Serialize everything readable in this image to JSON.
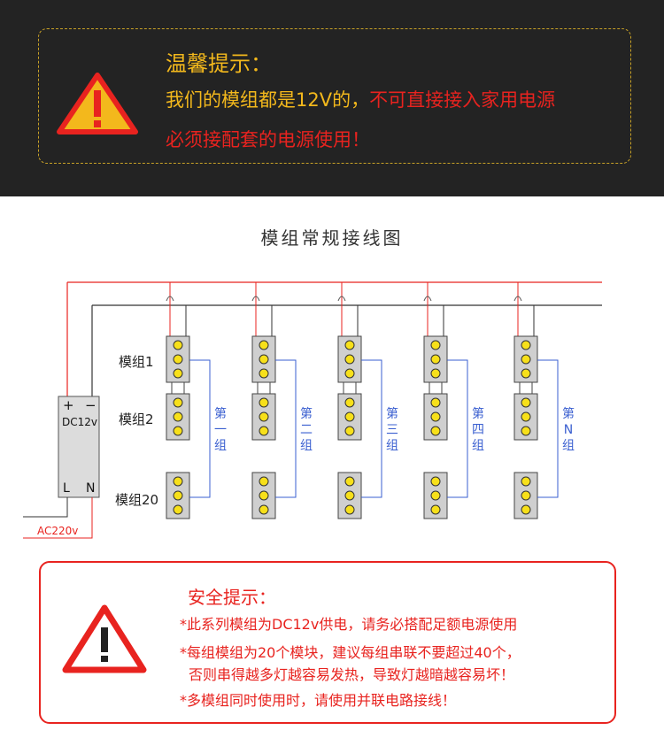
{
  "notice": {
    "title": "温馨提示：",
    "line2_normal": "我们的模组都是12V的，",
    "line2_red": "不可直接接入家用电源",
    "line3": "必须接配套的电源使用！"
  },
  "diagram": {
    "title": "模组常规接线图",
    "module_labels": [
      "模组1",
      "模组2",
      "模组20"
    ],
    "group_labels": [
      "第一组",
      "第二组",
      "第三组",
      "第四组",
      "第N组"
    ],
    "power_supply": {
      "plus": "+",
      "minus": "−",
      "model": "DC12v",
      "l": "L",
      "n": "N",
      "input": "AC220v"
    }
  },
  "safety": {
    "title": "安全提示：",
    "line1": "*此系列模组为DC12v供电，请务必搭配足额电源使用",
    "line2": "*每组模组为20个模块，建议每组串联不要超过40个，",
    "line3": "否则串得越多灯越容易发热，导致灯越暗越容易坏！",
    "line4": "*多模组同时使用时，请使用并联电路接线！"
  },
  "colors": {
    "accent_yellow": "#f3b81c",
    "alert_red": "#e8231f",
    "group_wire_blue": "#3a5fd0",
    "led_yellow": "#f7e01a"
  }
}
